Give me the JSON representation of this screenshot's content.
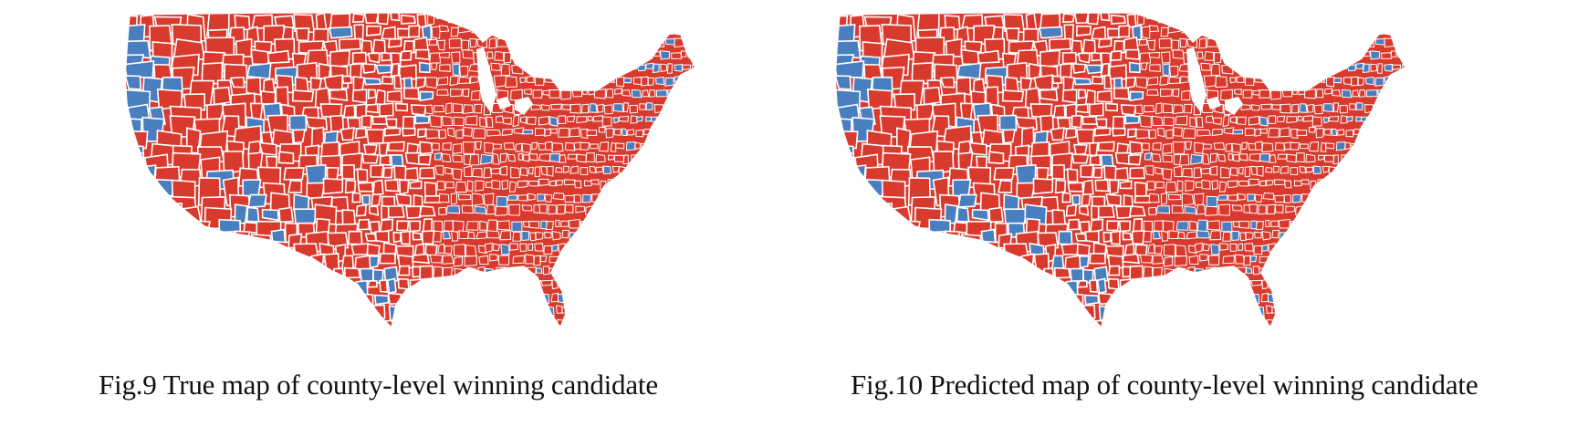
{
  "figures": [
    {
      "caption": "Fig.9 True map of county-level winning candidate"
    },
    {
      "caption": "Fig.10 Predicted map of county-level winning candidate"
    }
  ],
  "colors": {
    "republican": "#d83a2e",
    "democrat": "#4a7fbf",
    "border": "#ffffff"
  },
  "map_region": "contiguous United States, county level"
}
